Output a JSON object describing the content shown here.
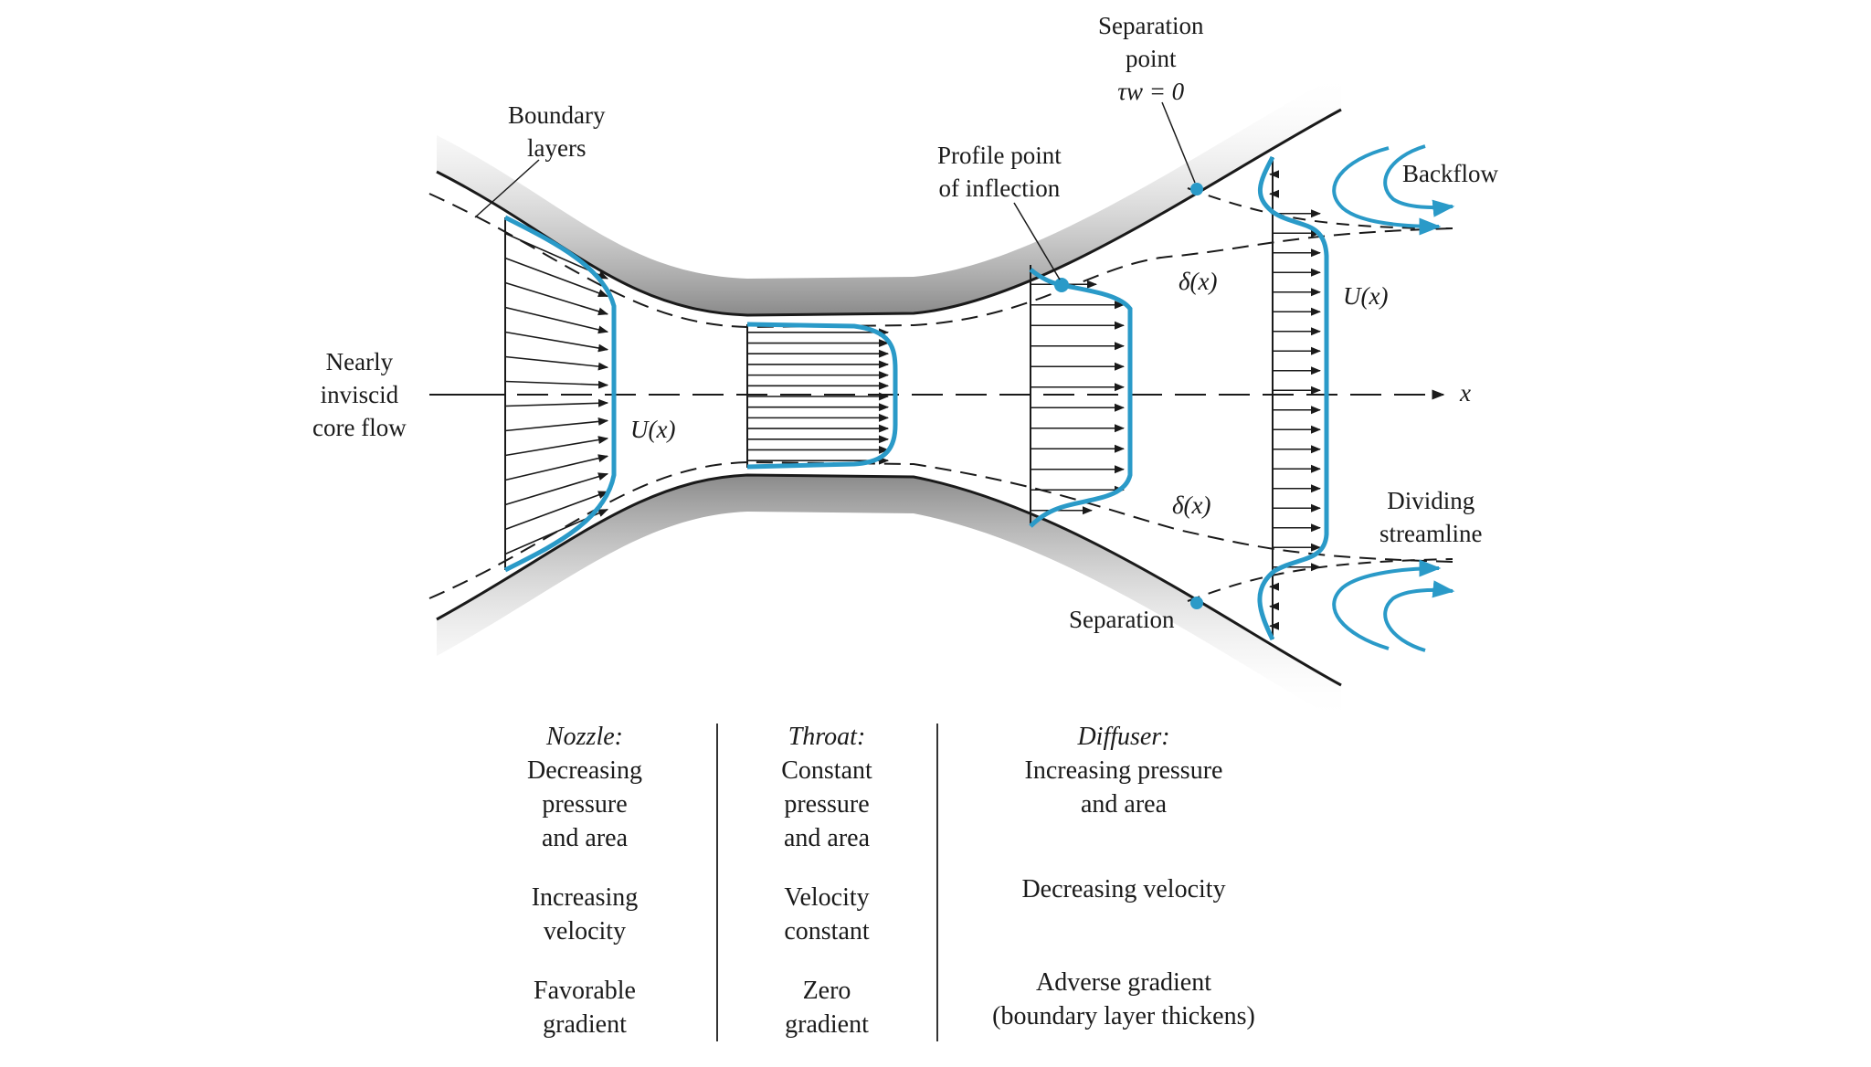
{
  "diagram": {
    "labels": {
      "boundary_layers": [
        "Boundary",
        "layers"
      ],
      "core_flow": [
        "Nearly",
        "inviscid",
        "core flow"
      ],
      "ux_nozzle": "U(x)",
      "ux_diffuser": "U(x)",
      "x_axis": "x",
      "profile_inflection": [
        "Profile point",
        "of inflection"
      ],
      "separation_point": [
        "Separation",
        "point",
        "τw = 0"
      ],
      "delta_top": "δ(x)",
      "delta_bottom": "δ(x)",
      "backflow": "Backflow",
      "dividing_streamline": [
        "Dividing",
        "streamline"
      ],
      "separation": "Separation"
    },
    "colors": {
      "profile": "#2a9ac8",
      "wall_shade": "#9a9a9a",
      "line": "#1a1a1a"
    }
  },
  "regions": [
    {
      "head": "Nozzle",
      "lines": [
        "Decreasing",
        "pressure",
        "and area"
      ],
      "velocity": [
        "Increasing",
        "velocity"
      ],
      "gradient": [
        "Favorable",
        "gradient"
      ]
    },
    {
      "head": "Throat",
      "lines": [
        "Constant",
        "pressure",
        "and area"
      ],
      "velocity": [
        "Velocity",
        "constant"
      ],
      "gradient": [
        "Zero",
        "gradient"
      ]
    },
    {
      "head": "Diffuser",
      "lines": [
        "Increasing pressure",
        "and area"
      ],
      "velocity": [
        "Decreasing velocity"
      ],
      "gradient": [
        "Adverse gradient",
        "(boundary layer thickens)"
      ]
    }
  ]
}
